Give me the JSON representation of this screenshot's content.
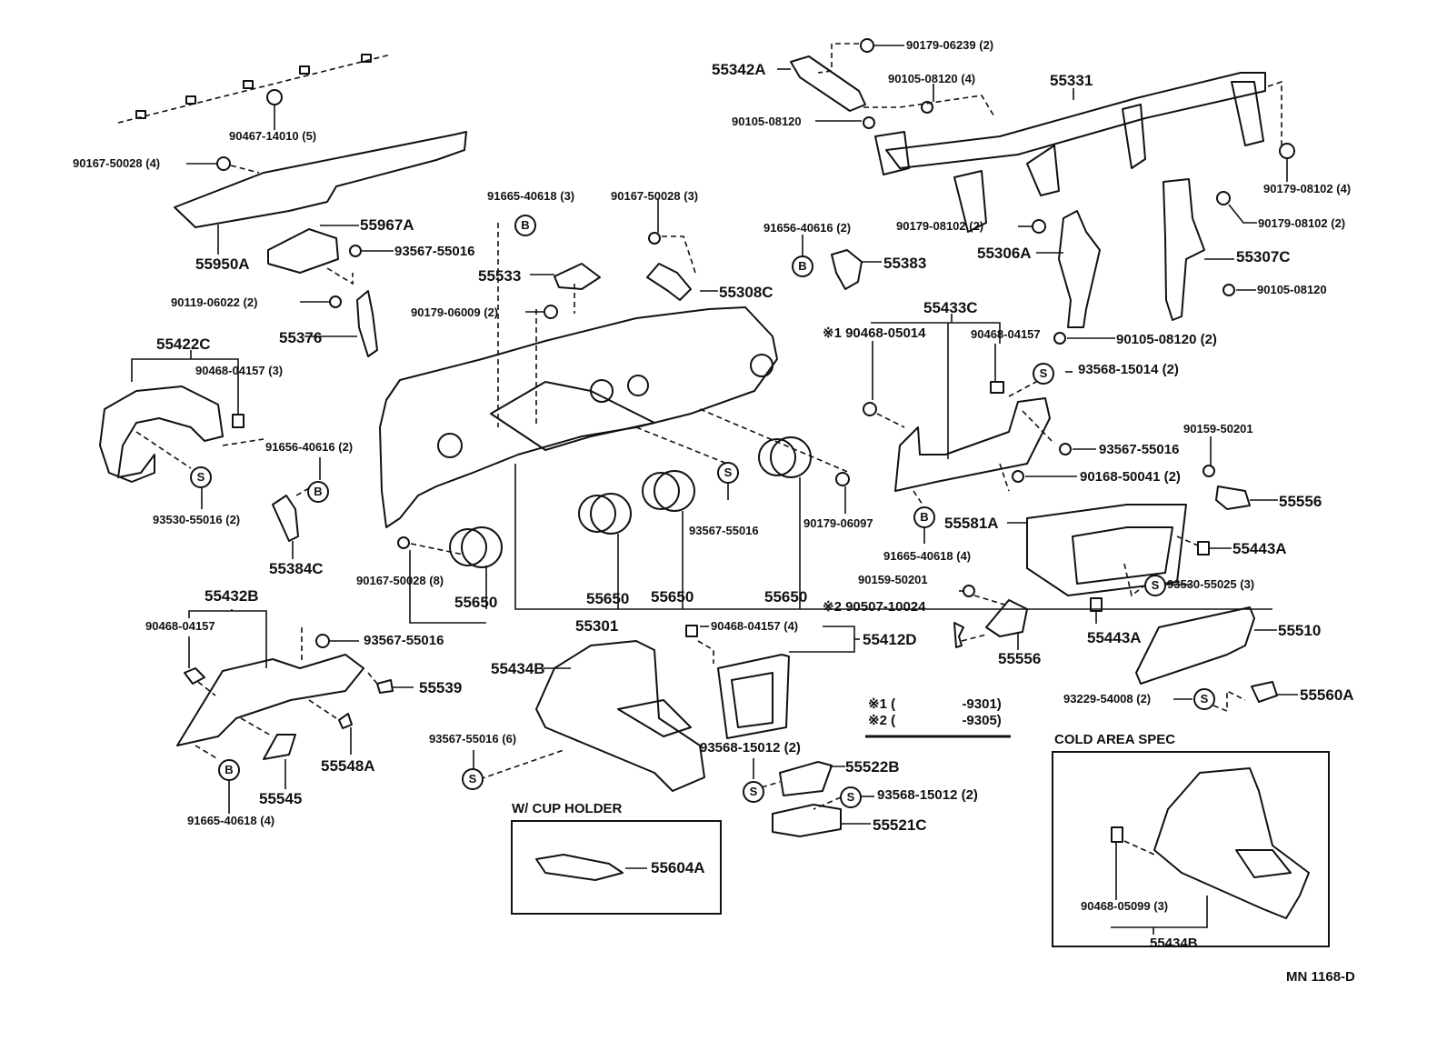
{
  "diagram": {
    "title_code": "MN 1168-D",
    "notes": [
      {
        "mark": "※1",
        "range_open": "(",
        "range_end": "-9301)"
      },
      {
        "mark": "※2",
        "range_open": "(",
        "range_end": "-9305)"
      }
    ],
    "insets": {
      "cup_holder": {
        "title": "W/ CUP HOLDER",
        "part": "55604A"
      },
      "cold_area": {
        "title": "COLD AREA SPEC",
        "clip": "90468-05099 (3)",
        "part": "55434B"
      }
    },
    "symbols": {
      "bolt": "B",
      "screw": "S"
    },
    "labels": {
      "p90467_14010": "90467-14010 (5)",
      "p90167_50028_4": "90167-50028 (4)",
      "p55967A": "55967A",
      "p55950A": "55950A",
      "p93567_55016_a": "93567-55016",
      "p90119_06022": "90119-06022 (2)",
      "p55376": "55376",
      "p91665_40618_3": "91665-40618 (3)",
      "p90167_50028_3": "90167-50028 (3)",
      "p55533": "55533",
      "p55308C": "55308C",
      "p90179_06009": "90179-06009 (2)",
      "p55342A": "55342A",
      "p90179_06239": "90179-06239 (2)",
      "p90105_08120_4": "90105-08120 (4)",
      "p90105_08120_a": "90105-08120",
      "p55331": "55331",
      "p90179_08102_4": "90179-08102 (4)",
      "p90179_08102_2a": "90179-08102 (2)",
      "p90179_08102_2b": "90179-08102 (2)",
      "p91656_40616_a": "91656-40616 (2)",
      "p55383": "55383",
      "p55306A": "55306A",
      "p55307C": "55307C",
      "p90105_08120_b": "90105-08120",
      "p90105_08120_2": "90105-08120 (2)",
      "p55433C": "55433C",
      "p90468_05014": "※1 90468-05014",
      "p90468_04157_a": "90468-04157",
      "p93568_15014": "93568-15014 (2)",
      "p93567_55016_b": "93567-55016",
      "p90168_50041": "90168-50041 (2)",
      "p90159_50201_a": "90159-50201",
      "p55556_a": "55556",
      "p55581A": "55581A",
      "p55443A_a": "55443A",
      "p93530_55025": "93530-55025 (3)",
      "p55443A_b": "55443A",
      "p55510": "55510",
      "p93229_54008": "93229-54008 (2)",
      "p55560A": "55560A",
      "p55422C": "55422C",
      "p90468_04157_3": "90468-04157 (3)",
      "p91656_40616_b": "91656-40616 (2)",
      "p93530_55016": "93530-55016 (2)",
      "p55384C": "55384C",
      "p90179_06097": "90179-06097",
      "p91665_40618_4a": "91665-40618 (4)",
      "p93567_55016_c": "93567-55016",
      "p90167_50028_8": "90167-50028 (8)",
      "p55650_1": "55650",
      "p55650_2": "55650",
      "p55650_3": "55650",
      "p55650_4": "55650",
      "p55301": "55301",
      "p90159_50201_b": "90159-50201",
      "p90507_10024": "※2 90507-10024",
      "p55556_b": "55556",
      "p90468_04157_4": "90468-04157 (4)",
      "p55412D": "55412D",
      "p55432B": "55432B",
      "p90468_04157_b": "90468-04157",
      "p93567_55016_d": "93567-55016",
      "p55539": "55539",
      "p55548A": "55548A",
      "p55545": "55545",
      "p91665_40618_4b": "91665-40618 (4)",
      "p55434B": "55434B",
      "p93567_55016_6": "93567-55016 (6)",
      "p93568_15012_a": "93568-15012 (2)",
      "p55522B": "55522B",
      "p93568_15012_b": "93568-15012 (2)",
      "p55521C": "55521C"
    }
  }
}
